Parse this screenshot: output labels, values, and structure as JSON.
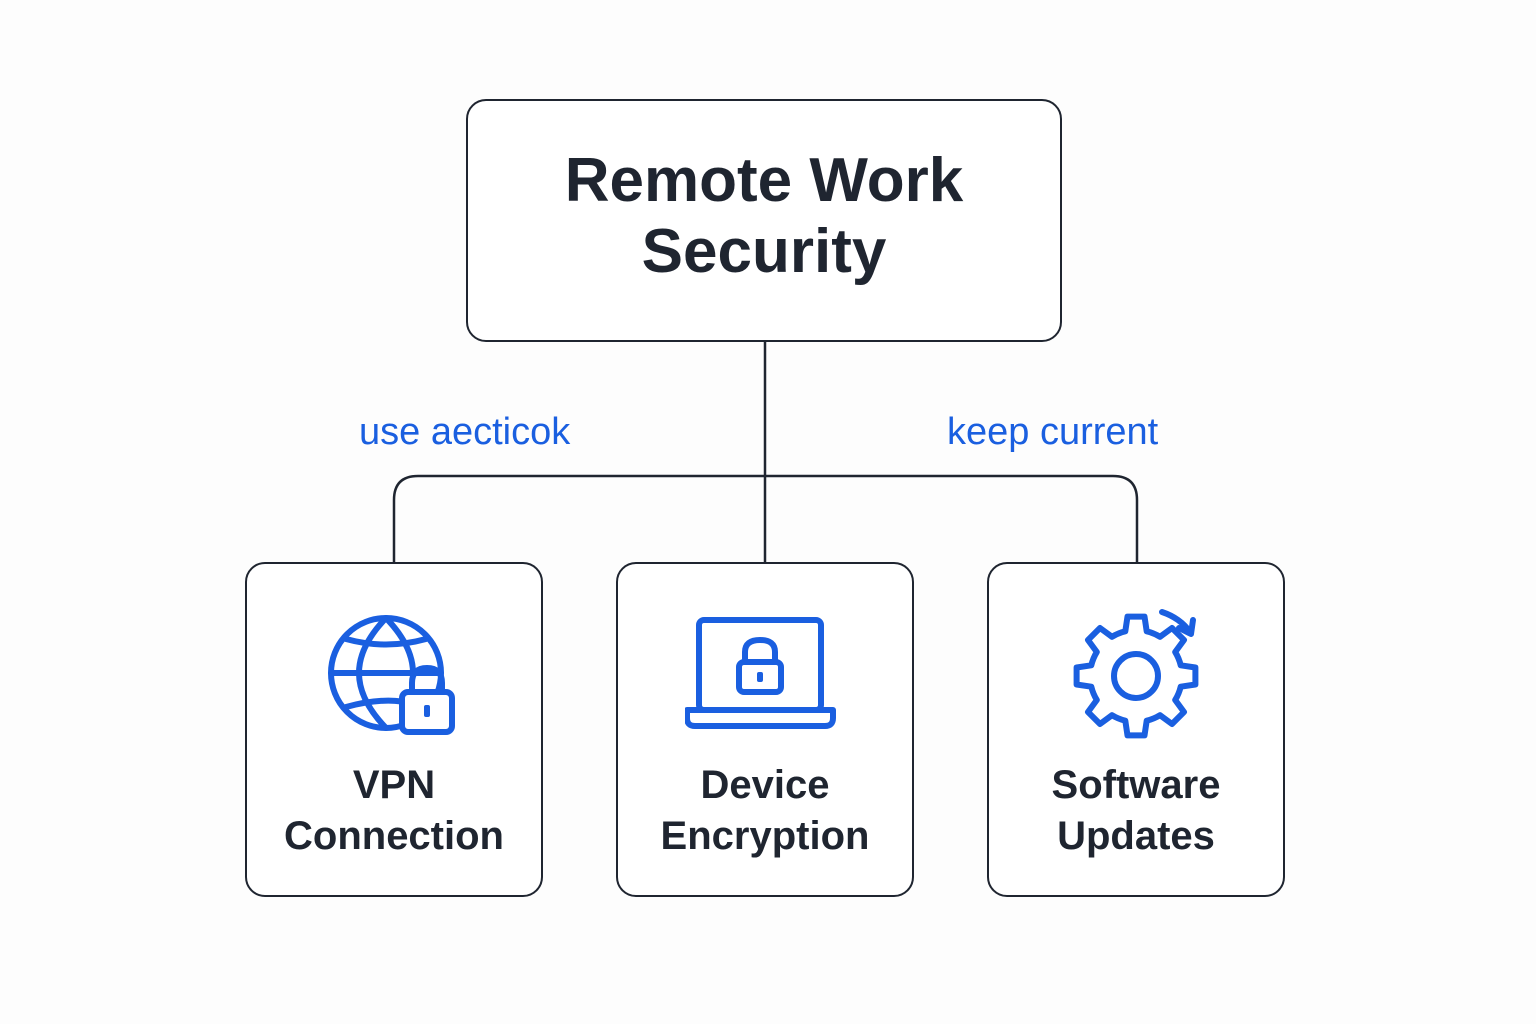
{
  "diagram": {
    "root": {
      "title": "Remote Work Security"
    },
    "edge_labels": [
      "use aecticok",
      "keep current"
    ],
    "children": [
      {
        "label": "VPN Connection",
        "icon": "globe-lock-icon"
      },
      {
        "label": "Device Encryption",
        "icon": "laptop-lock-icon"
      },
      {
        "label": "Software Updates",
        "icon": "gear-refresh-icon"
      }
    ]
  },
  "colors": {
    "accent": "#1a5fe0",
    "text": "#1f2530",
    "border": "#1f2530",
    "background": "#fdfdfd"
  }
}
